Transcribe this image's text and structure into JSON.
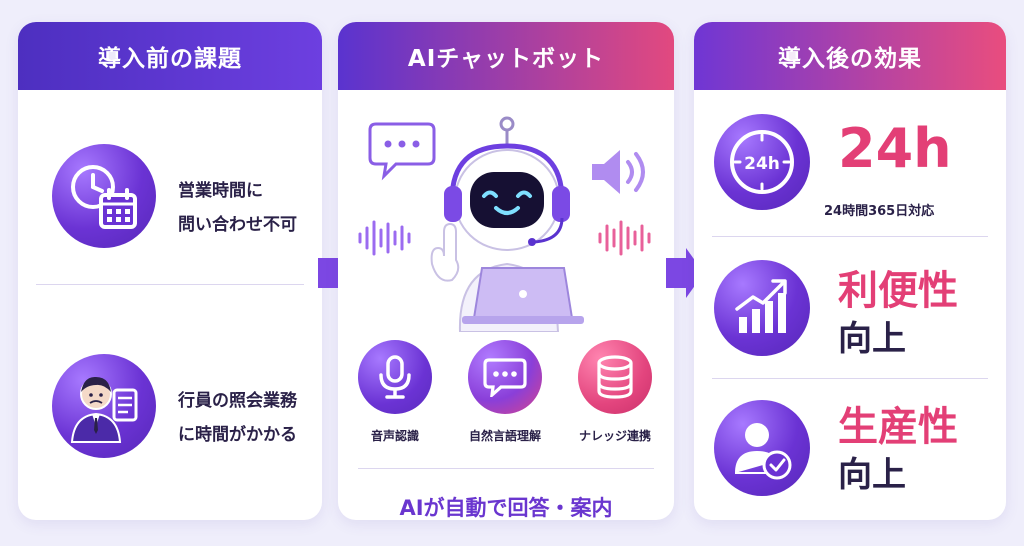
{
  "panel1": {
    "title": "導入前の課題",
    "items": [
      {
        "line1": "営業時間に",
        "line2": "問い合わせ不可"
      },
      {
        "line1": "行員の照会業務",
        "line2": "に時間がかかる"
      }
    ]
  },
  "panel2": {
    "title": "AIチャットボット",
    "features": [
      "音声認識",
      "自然言語理解",
      "ナレッジ連携"
    ],
    "footer": "AIが自動で回答・案内"
  },
  "panel3": {
    "title": "導入後の効果",
    "results": [
      {
        "icon_text": "24h",
        "headline": "24h",
        "sub": "24時間365日対応"
      },
      {
        "headline": "利便性",
        "sub": "向上"
      },
      {
        "headline": "生産性",
        "sub": "向上"
      }
    ]
  },
  "colors": {
    "purple": "#6b33d4",
    "pink": "#e33f76",
    "dark_text": "#2a2148",
    "background": "#efeefb"
  },
  "icons": [
    "clock-calendar-icon",
    "worried-banker-icon",
    "robot-headset-icon",
    "microphone-icon",
    "chat-bubble-icon",
    "database-icon",
    "clock-24h-icon",
    "growth-chart-icon",
    "user-check-icon",
    "arrow-right-icon"
  ]
}
